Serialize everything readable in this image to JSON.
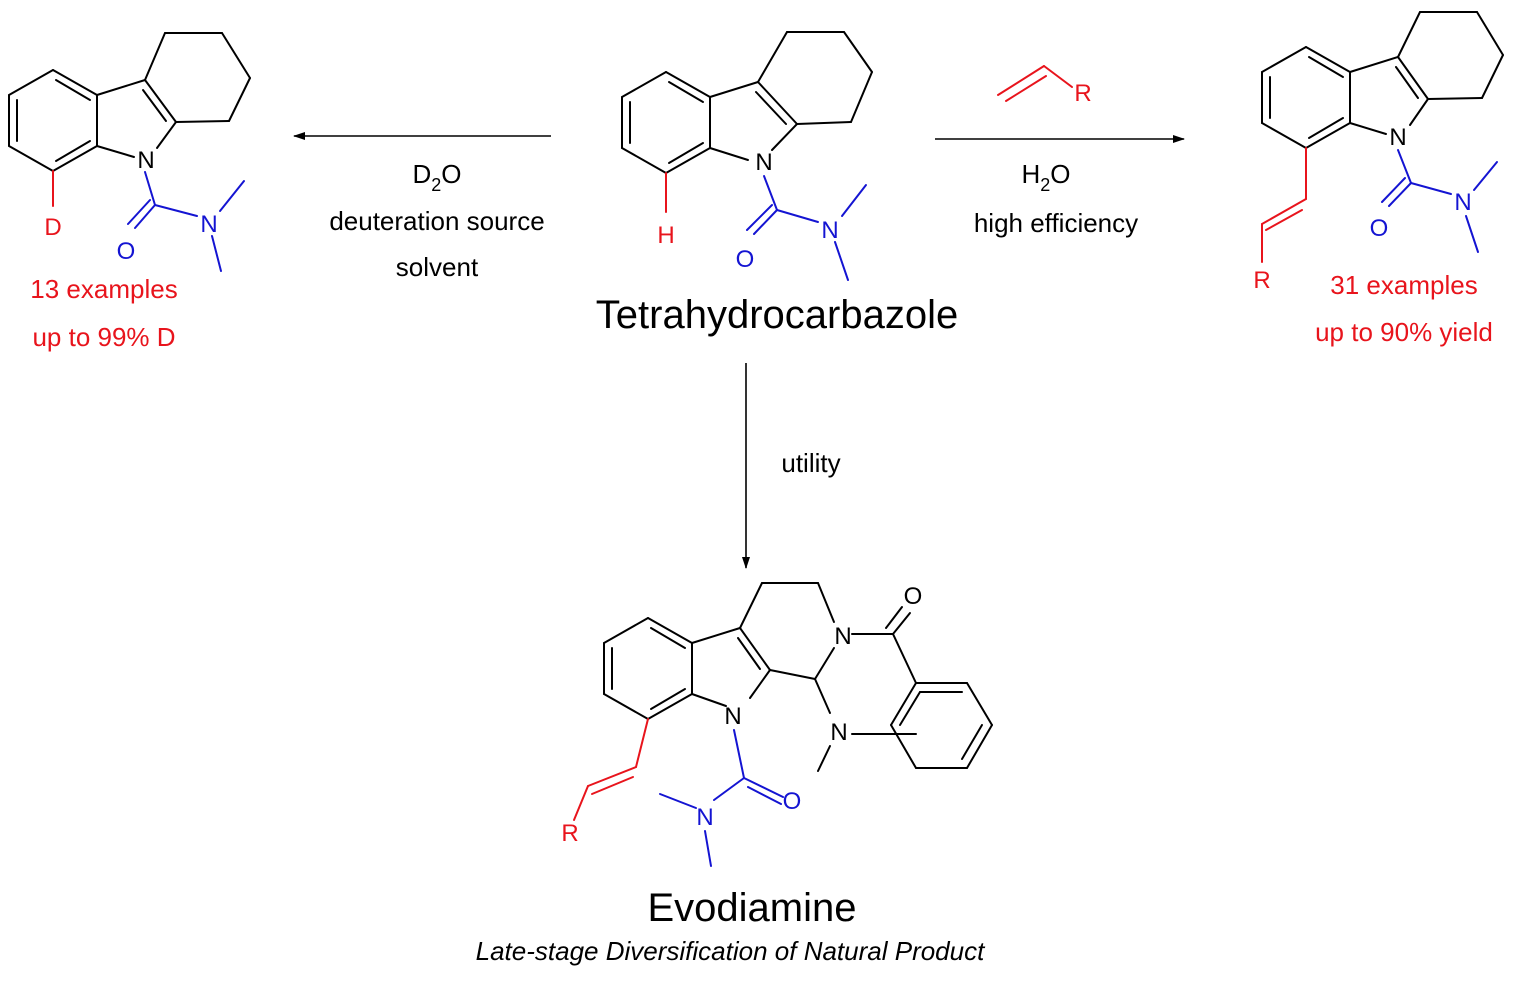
{
  "colors": {
    "highlight": "#e8141c",
    "amide": "#1414d2",
    "text": "#000000"
  },
  "atoms": {
    "n": "N",
    "o": "O",
    "d": "D",
    "h": "H",
    "r": "R"
  },
  "left_product": {
    "examples": "13 examples",
    "result": "up to 99% D"
  },
  "left_arrow": {
    "reagent_main": "D",
    "reagent_sub": "2",
    "reagent_tail": "O",
    "line1": "deuteration source",
    "line2": "solvent"
  },
  "starting_material": {
    "name": "Tetrahydrocarbazole"
  },
  "right_arrow": {
    "reagent_main": "H",
    "reagent_sub": "2",
    "reagent_tail": "O",
    "line1": "high efficiency"
  },
  "right_product": {
    "examples": "31 examples",
    "result": "up to 90% yield"
  },
  "down_arrow": {
    "label": "utility"
  },
  "bottom_product": {
    "name": "Evodiamine",
    "subtitle": "Late-stage Diversification of Natural Product"
  }
}
